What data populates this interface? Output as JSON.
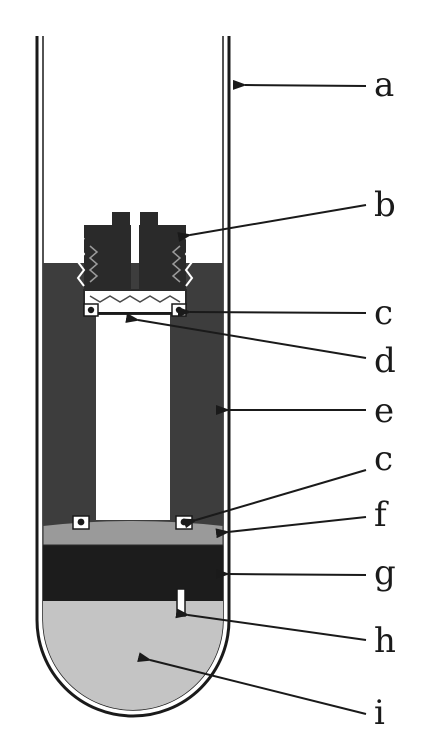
{
  "labels": {
    "a": "a",
    "b": "b",
    "c_top": "c",
    "d": "d",
    "e": "e",
    "c_bottom": "c",
    "f": "f",
    "g": "g",
    "h": "h",
    "i": "i"
  },
  "colors": {
    "outline": "#1a1a1a",
    "tube_fill": "#ffffff",
    "dark_fill": "#3a3a3a",
    "band_fill": "#1c1c1c",
    "liquid_fill": "#c4c4c4",
    "mid_band_fill": "#9a9a9a",
    "cap_fill": "#2a2a2a"
  }
}
